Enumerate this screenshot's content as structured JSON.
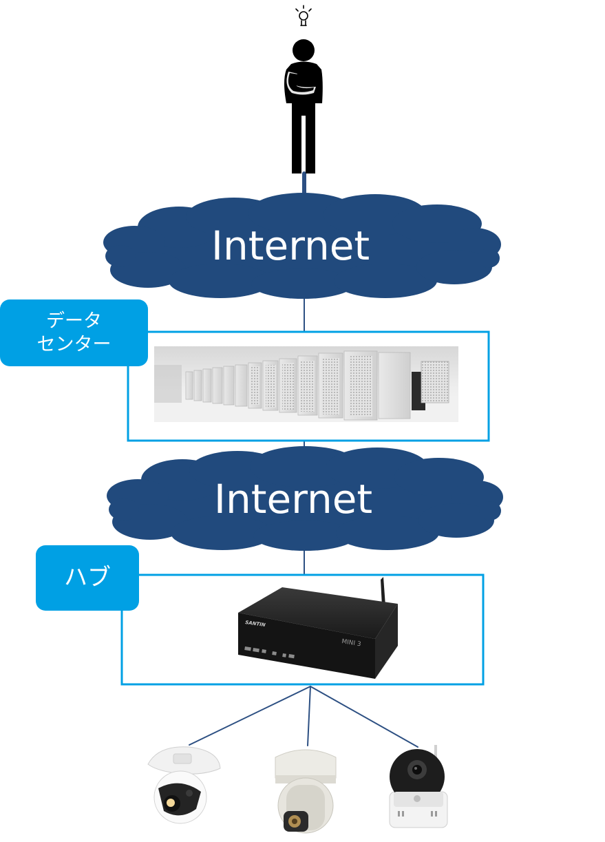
{
  "cloud_top": {
    "label": "Internet"
  },
  "cloud_bottom": {
    "label": "Internet"
  },
  "datacenter": {
    "label_line1": "データ",
    "label_line2": "センター"
  },
  "hub": {
    "label": "ハブ",
    "device_brand": "SANTIN",
    "device_model": "MINI 3"
  },
  "colors": {
    "cloud": "#214a7d",
    "accent": "#00a0e4",
    "line": "#2c4f82",
    "person": "#000000"
  },
  "icons": [
    "lightbulb-icon",
    "thinking-person-icon",
    "server-racks-photo",
    "hub-router-device",
    "dome-camera",
    "ptz-camera",
    "pan-tilt-home-camera"
  ]
}
